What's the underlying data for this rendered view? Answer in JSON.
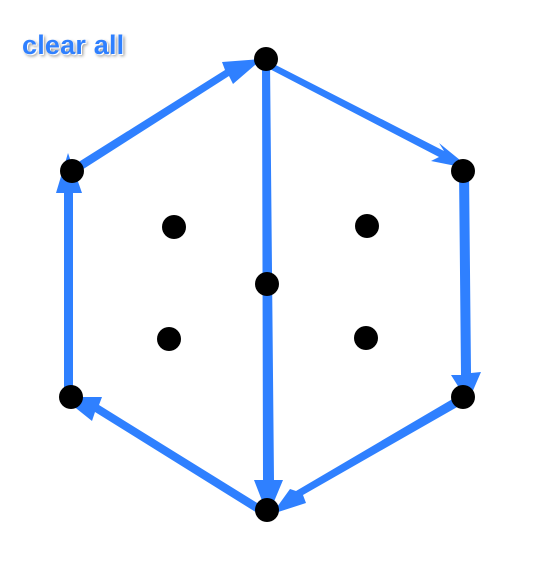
{
  "toolbar": {
    "clear_label": "clear all"
  },
  "colors": {
    "accent": "#2f80ff",
    "dot": "#000000",
    "background": "#ffffff"
  },
  "icons": {
    "dot": "filled-circle",
    "arrow": "arrow-path"
  }
}
